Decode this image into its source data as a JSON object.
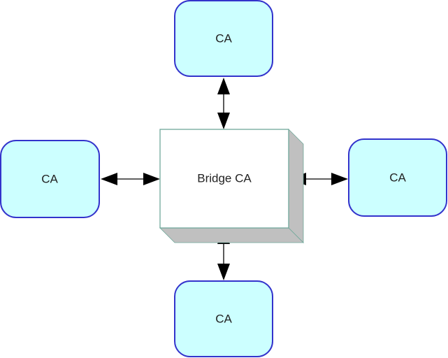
{
  "diagram": {
    "bridge": {
      "label": "Bridge CA"
    },
    "nodes": {
      "top": {
        "label": "CA"
      },
      "left": {
        "label": "CA"
      },
      "right": {
        "label": "CA"
      },
      "bottom": {
        "label": "CA"
      }
    },
    "connections": [
      {
        "from": "top",
        "to": "bridge",
        "direction": "bidirectional"
      },
      {
        "from": "left",
        "to": "bridge",
        "direction": "bidirectional"
      },
      {
        "from": "right",
        "to": "bridge",
        "direction": "bidirectional"
      },
      {
        "from": "bottom",
        "to": "bridge",
        "direction": "bidirectional"
      }
    ],
    "colors": {
      "ca_fill": "#ccffff",
      "ca_stroke": "#3333cc",
      "bridge_fill": "#ffffff",
      "bridge_stroke": "#6fa89a",
      "bridge_shadow": "#c0c0c0",
      "arrow": "#000000"
    }
  }
}
